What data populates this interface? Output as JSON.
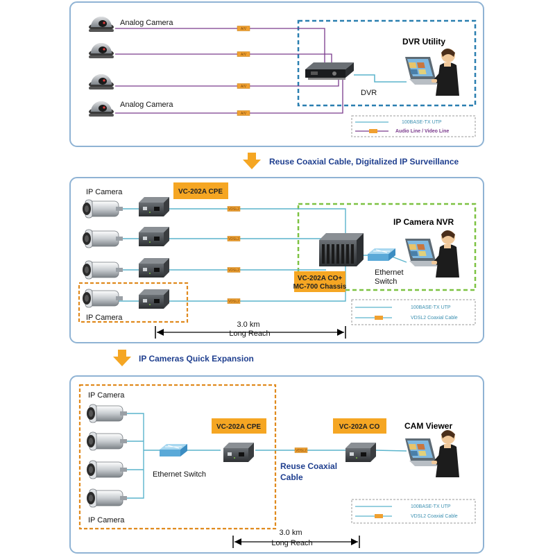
{
  "panel1": {
    "camera_label_top": "Analog Camera",
    "camera_label_bottom": "Analog Camera",
    "line_tag": "A/V",
    "dvr_label": "DVR",
    "utility_title": "DVR Utility",
    "legend": {
      "item1": "100BASE-TX UTP",
      "item2": "Audio Line / Video Line"
    }
  },
  "arrow1_label": "Reuse Coaxial Cable, Digitalized IP Surveillance",
  "panel2": {
    "camera_label_top": "IP Camera",
    "camera_label_bottom": "IP Camera",
    "cpe_box": "VC-202A CPE",
    "line_tag": "VDSL2",
    "co_box_line1": "VC-202A CO+",
    "co_box_line2": "MC-700 Chassis",
    "switch_line1": "Ethernet",
    "switch_line2": "Switch",
    "nvr_title": "IP Camera NVR",
    "distance": "3.0 km",
    "distance_note": "Long Reach",
    "legend": {
      "item1": "100BASE-TX UTP",
      "item2": "VDSL2 Coaxial Cable"
    }
  },
  "arrow2_label": "IP Cameras Quick Expansion",
  "panel3": {
    "camera_label_top": "IP Camera",
    "camera_label_bottom": "IP Camera",
    "switch_label": "Ethernet Switch",
    "cpe_box": "VC-202A CPE",
    "co_box": "VC-202A CO",
    "line_tag": "VDSL2",
    "reuse_line1": "Reuse Coaxial",
    "reuse_line2": "Cable",
    "viewer_title": "CAM Viewer",
    "distance": "3.0 km",
    "distance_note": "Long Reach",
    "legend": {
      "item1": "100BASE-TX UTP",
      "item2": "VDSL2 Coaxial Cable"
    }
  },
  "colors": {
    "panel_border": "#8fb3d4",
    "utp_line": "#5ab4cc",
    "av_line": "#7a3a8c",
    "tag_orange": "#f0a030",
    "box_orange": "#f5a623",
    "dashed_blue": "#2a7fb0",
    "dashed_green": "#7dc242",
    "dashed_orange": "#e08a1e",
    "arrow_orange": "#f5a623",
    "arrow_text": "#1f3f8f"
  }
}
